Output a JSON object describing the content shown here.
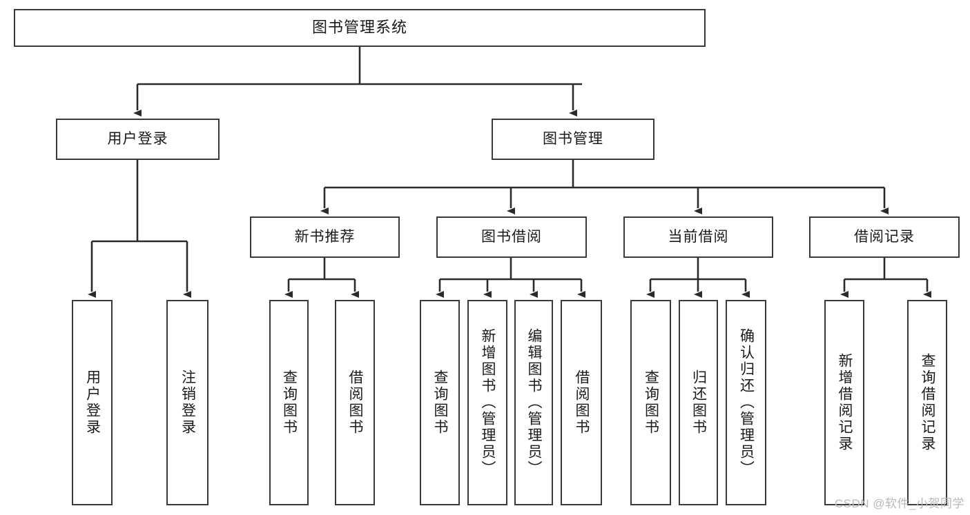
{
  "diagram": {
    "title": "图书管理系统",
    "watermark": "CSDN @软件_小贺同学",
    "colors": {
      "background": "#ffffff",
      "border": "#3a3a3a",
      "text": "#1a1a1a",
      "edge": "#2b2b2b",
      "watermark": "#b9b9b9"
    },
    "root": {
      "label": "图书管理系统"
    },
    "level1": [
      {
        "label": "用户登录"
      },
      {
        "label": "图书管理"
      }
    ],
    "level2": [
      {
        "label": "新书推荐"
      },
      {
        "label": "图书借阅"
      },
      {
        "label": "当前借阅"
      },
      {
        "label": "借阅记录"
      }
    ],
    "leaves": {
      "user_login": [
        {
          "label": "用户登录"
        },
        {
          "label": "注销登录"
        }
      ],
      "new_book": [
        {
          "label": "查询图书"
        },
        {
          "label": "借阅图书"
        }
      ],
      "book_borrow": [
        {
          "label": "查询图书"
        },
        {
          "label": "新增图书（管理员）"
        },
        {
          "label": "编辑图书（管理员）"
        },
        {
          "label": "借阅图书"
        }
      ],
      "current_borrow": [
        {
          "label": "查询图书"
        },
        {
          "label": "归还图书"
        },
        {
          "label": "确认归还（管理员）"
        }
      ],
      "borrow_record": [
        {
          "label": "新增借阅记录"
        },
        {
          "label": "查询借阅记录"
        }
      ]
    }
  }
}
